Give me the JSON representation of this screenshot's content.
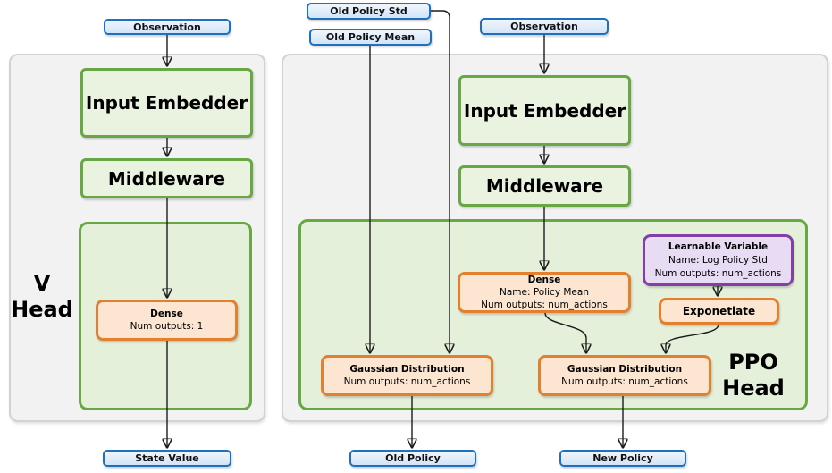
{
  "colors": {
    "blue_border": "#1e6fc0",
    "blue_fill": "#d9e8f7",
    "green_border": "#67a845",
    "green_fill": "#eaf3e0",
    "orange_border": "#e2802f",
    "orange_fill": "#fce6d2",
    "purple_border": "#8040a8",
    "purple_fill": "#e8dcf5",
    "panel_fill": "#f2f2f2",
    "arrow": "#1c1c1c"
  },
  "v_head": {
    "label": [
      "V",
      "Head"
    ],
    "observation": "Observation",
    "input_embedder": "Input Embedder",
    "middleware": "Middleware",
    "dense": {
      "title": "Dense",
      "line1": "Num outputs: 1"
    },
    "state_value": "State Value"
  },
  "ppo_head": {
    "label": [
      "PPO",
      "Head"
    ],
    "old_policy_std": "Old Policy Std",
    "old_policy_mean": "Old Policy Mean",
    "observation": "Observation",
    "input_embedder": "Input Embedder",
    "middleware": "Middleware",
    "dense": {
      "title": "Dense",
      "line1": "Name: Policy Mean",
      "line2": "Num outputs: num_actions"
    },
    "learnable_variable": {
      "title": "Learnable Variable",
      "line1": "Name: Log Policy Std",
      "line2": "Num outputs: num_actions"
    },
    "exponetiate": "Exponetiate",
    "gaussian_old": {
      "title": "Gaussian Distribution",
      "line1": "Num outputs: num_actions"
    },
    "gaussian_new": {
      "title": "Gaussian Distribution",
      "line1": "Num outputs: num_actions"
    },
    "old_policy": "Old Policy",
    "new_policy": "New Policy"
  }
}
